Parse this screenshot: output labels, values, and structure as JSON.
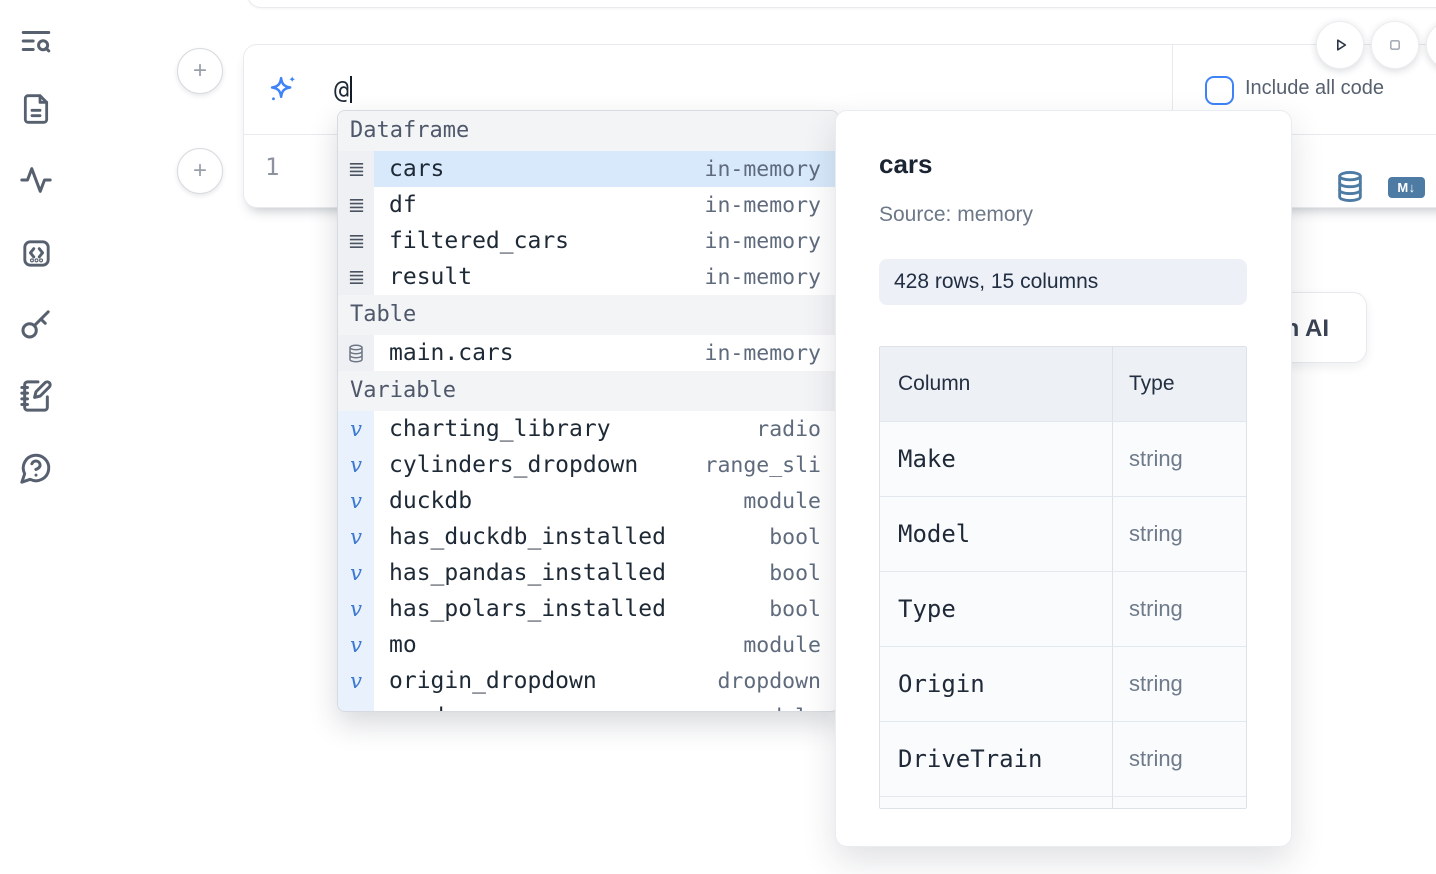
{
  "sidebar": {
    "icons": [
      "outline-search",
      "file-document",
      "activity-tracer",
      "code-snippets",
      "secrets-key",
      "scratchpad-notebook",
      "help-chat"
    ]
  },
  "run_controls": {
    "run_icon": "play",
    "stop_icon": "square"
  },
  "ai_prompt": {
    "value": "@",
    "include_all_code": {
      "label": "Include all code",
      "checked": false
    }
  },
  "editor": {
    "line_number": "1",
    "database_icon": "database",
    "markdown_badge": "M↓"
  },
  "autocomplete": {
    "sections": [
      {
        "label": "Dataframe",
        "items": [
          {
            "name": "cars",
            "type": "in-memory",
            "icon": "rows",
            "selected": true
          },
          {
            "name": "df",
            "type": "in-memory",
            "icon": "rows",
            "selected": false
          },
          {
            "name": "filtered_cars",
            "type": "in-memory",
            "icon": "rows",
            "selected": false
          },
          {
            "name": "result",
            "type": "in-memory",
            "icon": "rows",
            "selected": false
          }
        ]
      },
      {
        "label": "Table",
        "items": [
          {
            "name": "main.cars",
            "type": "in-memory",
            "icon": "database",
            "selected": false
          }
        ]
      },
      {
        "label": "Variable",
        "items": [
          {
            "name": "charting_library",
            "type": "radio",
            "icon": "variable",
            "selected": false
          },
          {
            "name": "cylinders_dropdown",
            "type": "range_sli",
            "icon": "variable",
            "selected": false
          },
          {
            "name": "duckdb",
            "type": "module",
            "icon": "variable",
            "selected": false
          },
          {
            "name": "has_duckdb_installed",
            "type": "bool",
            "icon": "variable",
            "selected": false
          },
          {
            "name": "has_pandas_installed",
            "type": "bool",
            "icon": "variable",
            "selected": false
          },
          {
            "name": "has_polars_installed",
            "type": "bool",
            "icon": "variable",
            "selected": false
          },
          {
            "name": "mo",
            "type": "module",
            "icon": "variable",
            "selected": false
          },
          {
            "name": "origin_dropdown",
            "type": "dropdown",
            "icon": "variable",
            "selected": false
          },
          {
            "name": "pandas",
            "type": "module",
            "icon": "variable",
            "selected": false
          }
        ]
      }
    ]
  },
  "preview_popup": {
    "title": "cars",
    "source": "Source: memory",
    "shape_badge": "428 rows, 15 columns",
    "table": {
      "headers": [
        "Column",
        "Type"
      ],
      "rows": [
        [
          "Make",
          "string"
        ],
        [
          "Model",
          "string"
        ],
        [
          "Type",
          "string"
        ],
        [
          "Origin",
          "string"
        ],
        [
          "DriveTrain",
          "string"
        ]
      ]
    }
  },
  "ai_button_fragment": {
    "visible_text": "h AI"
  },
  "colors": {
    "accent_blue": "#3f83f8",
    "steel_blue": "#4d7ba3",
    "selected_row": "#d7e9fb",
    "sidebar_icon": "#57606f"
  }
}
